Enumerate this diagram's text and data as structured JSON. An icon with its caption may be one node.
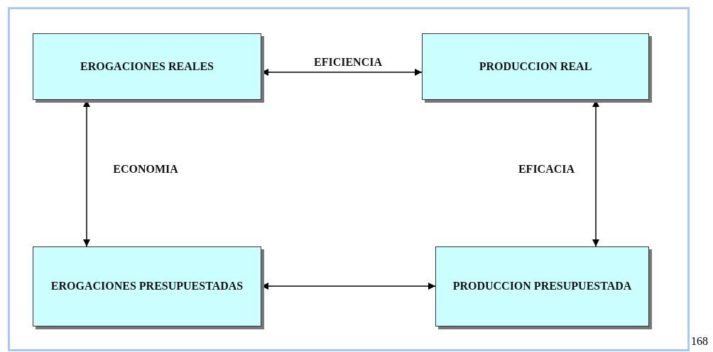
{
  "diagram": {
    "nodes": [
      {
        "text": [
          "EROGACIONES REALES"
        ]
      },
      {
        "text": [
          "PRODUCCION REAL"
        ]
      },
      {
        "text": [
          "EROGACIONES PRESUPUESTADAS"
        ]
      },
      {
        "text": [
          "PRODUCCION PRESUPUESTADA"
        ]
      }
    ],
    "edges": [
      {
        "from": 0,
        "to": 1,
        "arrow": "both",
        "label": "EFICIENCIA"
      },
      {
        "from": 0,
        "to": 2,
        "arrow": "both",
        "label": "ECONOMIA"
      },
      {
        "from": 1,
        "to": 3,
        "arrow": "both",
        "label": "EFICACIA"
      },
      {
        "from": 2,
        "to": 3,
        "arrow": "both"
      }
    ],
    "labels": [
      "168"
    ]
  }
}
